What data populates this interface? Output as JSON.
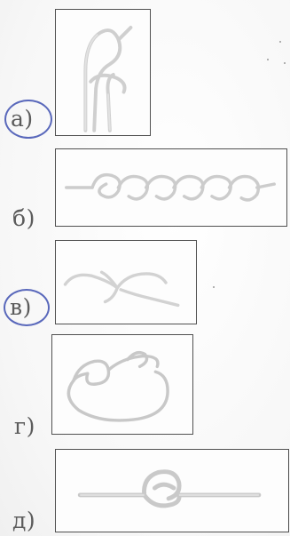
{
  "options": [
    {
      "letter": "а",
      "paren": ")",
      "knot": "overhand-loop-knot",
      "marked": true
    },
    {
      "letter": "б",
      "paren": ")",
      "knot": "chain-sinnet-knot",
      "marked": false
    },
    {
      "letter": "в",
      "paren": ")",
      "knot": "bow-knot",
      "marked": true
    },
    {
      "letter": "г",
      "paren": ")",
      "knot": "figure-eight-loop-knot",
      "marked": false
    },
    {
      "letter": "д",
      "paren": ")",
      "knot": "square-reef-knot",
      "marked": false
    }
  ],
  "mark_color": "#3d4fb0",
  "rope_color": "#c8c8c8"
}
